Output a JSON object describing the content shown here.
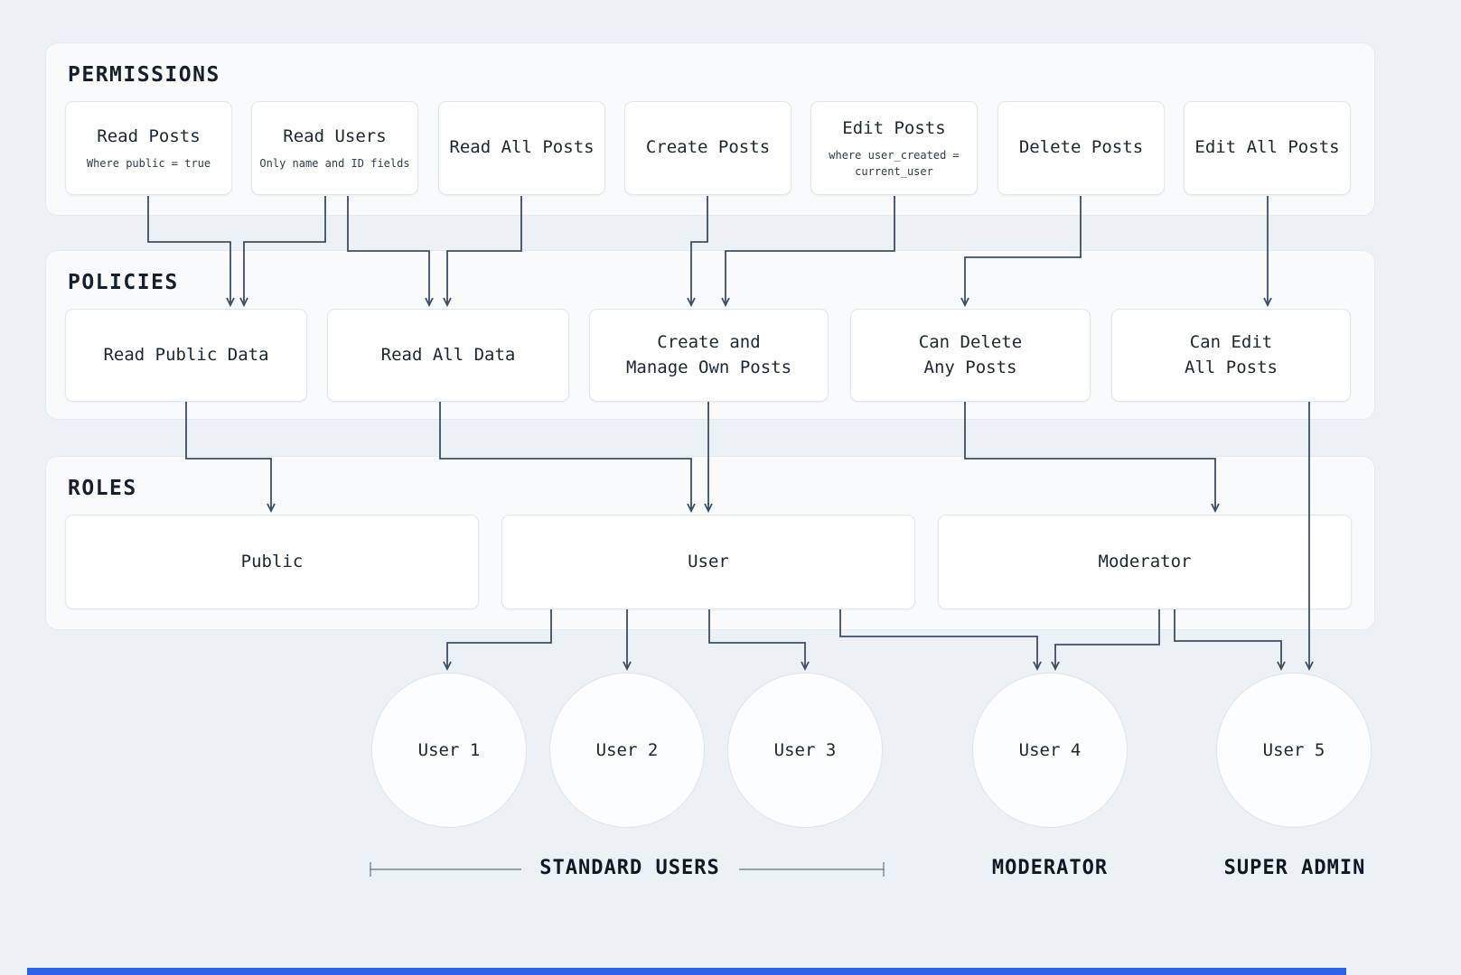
{
  "colors": {
    "arrow": "#3c4e62",
    "accent_bar": "#2e62e8"
  },
  "sections": [
    {
      "label": "PERMISSIONS"
    },
    {
      "label": "POLICIES"
    },
    {
      "label": "ROLES"
    }
  ],
  "permissions": [
    {
      "title": "Read Posts",
      "subtitle": "Where public = true"
    },
    {
      "title": "Read Users",
      "subtitle": "Only name and ID fields"
    },
    {
      "title": "Read All Posts",
      "subtitle": ""
    },
    {
      "title": "Create Posts",
      "subtitle": ""
    },
    {
      "title": "Edit Posts",
      "subtitle": "where user_created =\ncurrent_user"
    },
    {
      "title": "Delete Posts",
      "subtitle": ""
    },
    {
      "title": "Edit All Posts",
      "subtitle": ""
    }
  ],
  "policies": [
    {
      "title": "Read Public Data"
    },
    {
      "title": "Read All Data"
    },
    {
      "title": "Create and\nManage Own Posts"
    },
    {
      "title": "Can Delete\nAny Posts"
    },
    {
      "title": "Can Edit\nAll Posts"
    }
  ],
  "roles": [
    {
      "title": "Public"
    },
    {
      "title": "User"
    },
    {
      "title": "Moderator"
    }
  ],
  "users": [
    {
      "name": "User 1"
    },
    {
      "name": "User 2"
    },
    {
      "name": "User 3"
    },
    {
      "name": "User 4"
    },
    {
      "name": "User 5"
    }
  ],
  "groups": [
    {
      "label": "STANDARD USERS"
    },
    {
      "label": "MODERATOR"
    },
    {
      "label": "SUPER ADMIN"
    }
  ]
}
